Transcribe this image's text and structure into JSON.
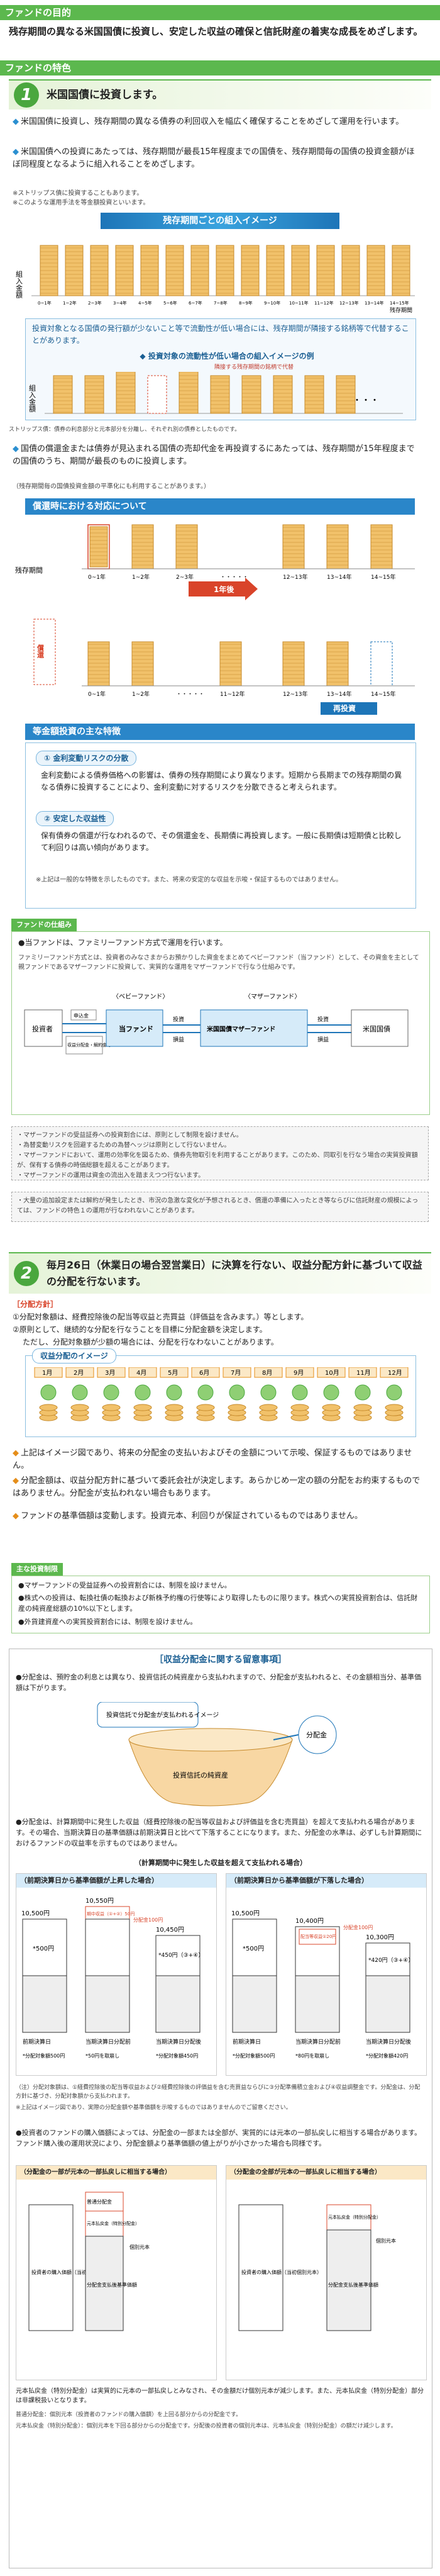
{
  "purpose": {
    "header": "ファンドの目的",
    "text": "残存期間の異なる米国国債に投資し、安定した収益の確保と信託財産の着実な成長をめざします。"
  },
  "features": {
    "header": "ファンドの特色"
  },
  "f1": {
    "num": "1",
    "title": "米国国債に投資します。",
    "b1": "米国国債に投資し、残存期間の異なる債券の利回収入を幅広く確保することをめざして運用を行います。",
    "b2": "米国国債への投資にあたっては、残存期間が最長15年程度までの国債を、残存期間毎の国債の投資金額がほぼ同程度となるように組入れることをめざします。",
    "n1": "※ストリップス債に投資することもあります。",
    "n2": "※このような運用手法を等金額投資といいます。",
    "img1_title": "残存期間ごとの組入イメージ",
    "img1_ylabel": "組入金額",
    "img1_xlabel": "残存期間",
    "img1_cats": [
      "0~1年",
      "1~2年",
      "2~3年",
      "3~4年",
      "4~5年",
      "5~6年",
      "6~7年",
      "7~8年",
      "8~9年",
      "9~10年",
      "10~11年",
      "11~12年",
      "12~13年",
      "13~14年",
      "14~15年"
    ],
    "img1_box": "投資対象となる国債の発行額が少ないこと等で流動性が低い場合には、残存期間が隣接する銘柄等で代替することがあります。",
    "img1_sub": "投資対象の流動性が低い場合の組入イメージの例",
    "img1_sub_note": "隣接する残存期間の銘柄で代替",
    "img1_ylabel2": "組入金額",
    "img1_dots": "・・・",
    "strips": "ストリップス債：債券の利息部分と元本部分を分離し、それぞれ別の債券としたものです。",
    "b3": "国債の償還金または債券が見込まれる国債の売却代金を再投資するにあたっては、残存期間が15年程度までの国債のうち、期間が最長のものに投資します。",
    "n3": "（残存期間毎の国債投資金額の平準化にも利用することがあります。）",
    "img2_title": "償還時における対応について",
    "img2_row1_label": "残存期間",
    "img2_cats_top": [
      "0~1年",
      "1~2年",
      "2~3年",
      "・・・・・",
      "12~13年",
      "13~14年",
      "14~15年"
    ],
    "img2_arrow": "1年後",
    "img2_cats_bot": [
      "0~1年",
      "1~2年",
      "・・・・・",
      "11~12年",
      "12~13年",
      "13~14年",
      "14~15年"
    ],
    "img2_left": "償還",
    "img2_reinvest": "再投資",
    "img3_title": "等金額投資の主な特徴",
    "p1": "① 金利変動リスクの分散",
    "p1_text": "金利変動による債券価格への影響は、債券の残存期間により異なります。短期から長期までの残存期間の異なる債券に投資することにより、金利変動に対するリスクを分散できると考えられます。",
    "p2": "② 安定した収益性",
    "p2_text": "保有債券の償還が行なわれるので、その償還金を、長期債に再投資します。一般に長期債は短期債と比較して利回りは高い傾向があります。",
    "p_note": "※上記は一般的な特徴を示したものです。また、将来の安定的な収益を示唆・保証するものではありません。"
  },
  "scheme": {
    "tag": "ファンドの仕組み",
    "t1": "●当ファンドは、ファミリーファンド方式で運用を行います。",
    "t2": "ファミリーファンド方式とは、投資者のみなさまからお預かりした資金をまとめてベビーファンド（当ファンド）として、その資金を主として親ファンドであるマザーファンドに投資して、実質的な運用をマザーファンドで行なう仕組みです。",
    "baby": "〈ベビーファンド〉",
    "mother": "〈マザーファンド〉",
    "investor": "投資者",
    "apply": "申込金",
    "dist": "収益分配金・解約金等",
    "fund": "当ファンド",
    "invest": "投資",
    "return": "損益",
    "mfund": "米国国債マザーファンド",
    "target": "米国国債"
  },
  "notes1": [
    "・マザーファンドの受益証券への投資割合には、原則として制限を設けません。",
    "・為替変動リスクを回避するための為替ヘッジは原則として行ないません。",
    "・マザーファンドにおいて、運用の効率化を図るため、債券先物取引を利用することがあります。このため、同取引を行なう場合の実質投資額が、保有する債券の時価総額を超えることがあります。",
    "・マザーファンドの運用は資金の流出入を踏まえつつ行ないます。"
  ],
  "notes2": "・大量の追加設定または解約が発生したとき、市況の急激な変化が予想されるとき、償還の準備に入ったとき等ならびに信託財産の規模によっては、ファンドの特色１の運用が行なわれないことがあります。",
  "f2": {
    "num": "2",
    "title": "毎月26日（休業日の場合翌営業日）に決算を行ない、収益分配方針に基づいて収益の分配を行ないます。",
    "policy": "［分配方針］",
    "pl1": "①分配対象額は、経費控除後の配当等収益と売買益（評価益を含みます。）等とします。",
    "pl2": "②原則として、継続的な分配を行なうことを目標に分配金額を決定します。",
    "pl3": "ただし、分配対象額が少額の場合には、分配を行なわないことがあります。",
    "img_title": "収益分配のイメージ",
    "months": [
      "1月",
      "2月",
      "3月",
      "4月",
      "5月",
      "6月",
      "7月",
      "8月",
      "9月",
      "10月",
      "11月",
      "12月"
    ],
    "kn1": "上記はイメージ図であり、将来の分配金の支払いおよびその金額について示唆、保証するものではありません。",
    "kn2": "分配金額は、収益分配方針に基づいて委託会社が決定します。あらかじめ一定の額の分配をお約束するものではありません。分配金が支払われない場合もあります。",
    "kn3": "ファンドの基準価額は変動します。投資元本、利回りが保証されているものではありません。"
  },
  "limits": {
    "tag": "主な投資制限",
    "l1": "●マザーファンドの受益証券への投資割合には、制限を設けません。",
    "l2": "●株式への投資は、転換社債の転換および新株予約権の行使等により取得したものに限ります。株式への実質投資割合は、信託財産の純資産総額の10%以下とします。",
    "l3": "●外貨建資産への実質投資割合には、制限を設けません。"
  },
  "dist_note": {
    "title": "［収益分配金に関する留意事項］",
    "d1": "●分配金は、預貯金の利息とは異なり、投資信託の純資産から支払われますので、分配金が支払われると、その金額相当分、基準価額は下がります。",
    "bubble": "投資信託で分配金が支払われるイメージ",
    "pot": "投資信託の純資産",
    "dist": "分配金",
    "d2": "●分配金は、計算期間中に発生した収益（経費控除後の配当等収益および評価益を含む売買益）を超えて支払われる場合があります。その場合、当期決算日の基準価額は前期決算日と比べて下落することになります。また、分配金の水準は、必ずしも計算期間におけるファンドの収益率を示すものではありません。",
    "case_title": "（計算期間中に発生した収益を超えて支払われる場合）",
    "c1_title": "（前期決算日から基準価額が上昇した場合）",
    "c2_title": "（前期決算日から基準価額が下落した場合）",
    "c1_v1": "10,500円",
    "c1_v2": "10,550円",
    "c1_v3": "10,450円",
    "c1_d1": "期中収益（①+②）50円",
    "c1_d2": "分配金100円",
    "c1_p1": "*500円",
    "c1_p2": "*450円（③+④）",
    "c1_l1": "前期決算日",
    "c1_l2": "当期決算日分配前",
    "c1_l3": "当期決算日分配後",
    "c1_s1": "*分配対象額500円",
    "c1_s2": "*50円を取崩し",
    "c1_s3": "*分配対象額450円",
    "c2_v1": "10,500円",
    "c2_v2": "10,400円",
    "c2_v3": "10,300円",
    "c2_d1": "配当等収益①20円",
    "c2_d2": "分配金100円",
    "c2_p1": "*500円",
    "c2_p2": "*420円（③+④）",
    "c2_l1": "前期決算日",
    "c2_l2": "当期決算日分配前",
    "c2_l3": "当期決算日分配後",
    "c2_s1": "*分配対象額500円",
    "c2_s2": "*80円を取崩し",
    "c2_s3": "*分配対象額420円",
    "fig_note": "（注）分配対象額は、①経費控除後の配当等収益および②経費控除後の評価益を含む売買益ならびに③分配準備積立金および④収益調整金です。分配金は、分配方針に基づき、分配対象額から支払われます。",
    "fig_note2": "※上記はイメージ図であり、実際の分配金額や基準価額を示唆するものではありませんのでご留意ください。",
    "d3": "●投資者のファンドの購入価額によっては、分配金の一部または全部が、実質的には元本の一部払戻しに相当する場合があります。ファンド購入後の運用状況により、分配金額より基準価額の値上がりが小さかった場合も同様です。",
    "e1_title": "（分配金の一部が元本の一部払戻しに相当する場合）",
    "e2_title": "（分配金の全部が元本の一部払戻しに相当する場合）",
    "e_buy": "投資者の購入価額（当初個別元本）",
    "e_dist": "分配金支払後基準価額",
    "e_fund": "個別元本",
    "e_a": "普通分配金",
    "e_b": "元本払戻金（特別分配金）",
    "e_c": "元本払戻金（特別分配金）",
    "e_text": "元本払戻金（特別分配金）は実質的に元本の一部払戻しとみなされ、その金額だけ個別元本が減少します。また、元本払戻金（特別分配金）部分は非課税扱いとなります。",
    "foot1": "普通分配金：個別元本（投資者のファンドの購入価額）を上回る部分からの分配金です。",
    "foot2": "元本払戻金（特別分配金）：個別元本を下回る部分からの分配金です。分配後の投資者の個別元本は、元本払戻金（特別分配金）の額だけ減少します。"
  }
}
